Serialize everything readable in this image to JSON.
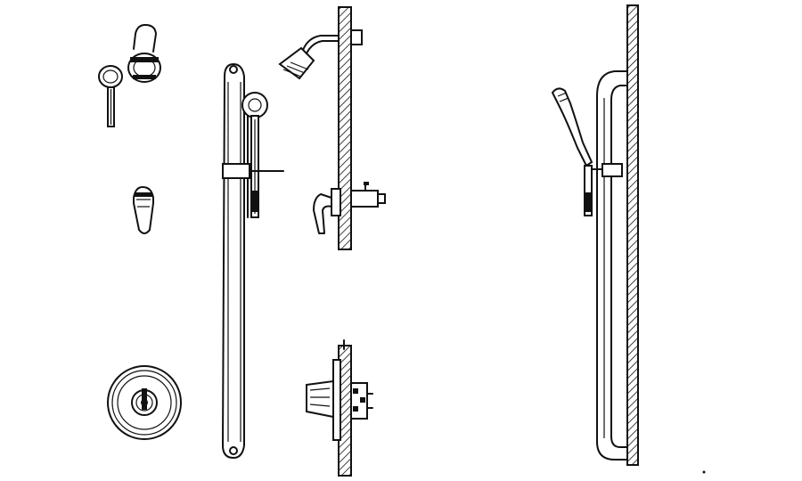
{
  "drawing": {
    "background": "#ffffff",
    "line_color": "#111111",
    "components": [
      {
        "id": "shower-head-plan-views",
        "icon": "shower-head-icon"
      },
      {
        "id": "lever-handle-elevation",
        "icon": "lever-handle-icon"
      },
      {
        "id": "valve-trim-plate-front",
        "icon": "trim-plate-icon"
      },
      {
        "id": "grab-bar-with-hand-shower",
        "icon": "grab-bar-icon"
      },
      {
        "id": "wall-section-with-shower-head",
        "icon": "wall-section-icon"
      },
      {
        "id": "wall-section-with-valve",
        "icon": "valve-section-icon"
      },
      {
        "id": "side-elevation-slide-bar-hand-shower",
        "icon": "slide-bar-icon"
      }
    ]
  }
}
